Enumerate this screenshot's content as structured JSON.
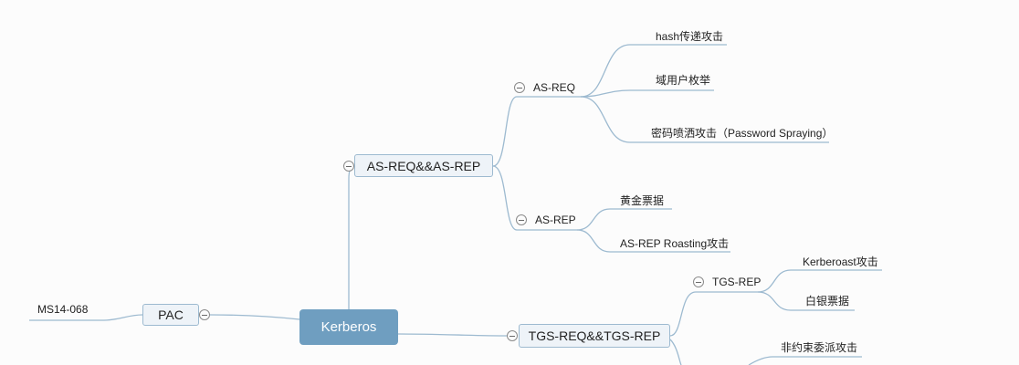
{
  "root": {
    "label": "Kerberos"
  },
  "branches": {
    "as": {
      "label": "AS-REQ&&AS-REP",
      "req": {
        "label": "AS-REQ",
        "items": [
          "hash传递攻击",
          "域用户枚举",
          "密码喷洒攻击（Password Spraying）"
        ]
      },
      "rep": {
        "label": "AS-REP",
        "items": [
          "黄金票据",
          "AS-REP Roasting攻击"
        ]
      }
    },
    "tgs": {
      "label": "TGS-REQ&&TGS-REP",
      "rep": {
        "label": "TGS-REP",
        "items": [
          "Kerberoast攻击",
          "白银票据"
        ]
      },
      "extra_item": "非约束委派攻击"
    },
    "pac": {
      "label": "PAC",
      "items": [
        "MS14-068"
      ]
    }
  }
}
